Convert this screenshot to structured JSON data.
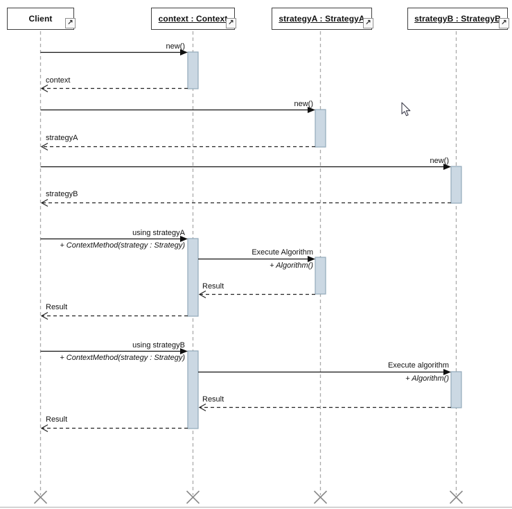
{
  "lifelines": [
    {
      "id": "client",
      "label": "Client",
      "underlined": false
    },
    {
      "id": "context",
      "label": "context : Context",
      "underlined": true
    },
    {
      "id": "strategyA",
      "label": "strategyA : StrategyA",
      "underlined": true
    },
    {
      "id": "strategyB",
      "label": "strategyB : StrategyB",
      "underlined": true
    }
  ],
  "messages": [
    {
      "from": "client",
      "to": "context",
      "kind": "call",
      "label": "new()"
    },
    {
      "from": "context",
      "to": "client",
      "kind": "return",
      "label": "context"
    },
    {
      "from": "client",
      "to": "strategyA",
      "kind": "call",
      "label": "new()"
    },
    {
      "from": "strategyA",
      "to": "client",
      "kind": "return",
      "label": "strategyA"
    },
    {
      "from": "client",
      "to": "strategyB",
      "kind": "call",
      "label": "new()"
    },
    {
      "from": "strategyB",
      "to": "client",
      "kind": "return",
      "label": "strategyB"
    },
    {
      "from": "client",
      "to": "context",
      "kind": "call",
      "label": "using strategyA",
      "signature": "+ ContextMethod(strategy : Strategy)"
    },
    {
      "from": "context",
      "to": "strategyA",
      "kind": "call",
      "label": "Execute Algorithm",
      "signature": "+ Algorithm()"
    },
    {
      "from": "strategyA",
      "to": "context",
      "kind": "return",
      "label": "Result"
    },
    {
      "from": "context",
      "to": "client",
      "kind": "return",
      "label": "Result"
    },
    {
      "from": "client",
      "to": "context",
      "kind": "call",
      "label": "using strategyB",
      "signature": "+ ContextMethod(strategy : Strategy)"
    },
    {
      "from": "context",
      "to": "strategyB",
      "kind": "call",
      "label": "Execute algorithm",
      "signature": "+ Algorithm()"
    },
    {
      "from": "strategyB",
      "to": "context",
      "kind": "return",
      "label": "Result"
    },
    {
      "from": "context",
      "to": "client",
      "kind": "return",
      "label": "Result"
    }
  ],
  "icons": {
    "corner": "↗"
  },
  "colors": {
    "activation_fill": "#cbd8e3",
    "activation_border": "#92a9ba",
    "lifeline": "#ababab",
    "box_border": "#3f3f3f",
    "message": "#111111",
    "destroy_cross": "#8a8a8a"
  }
}
